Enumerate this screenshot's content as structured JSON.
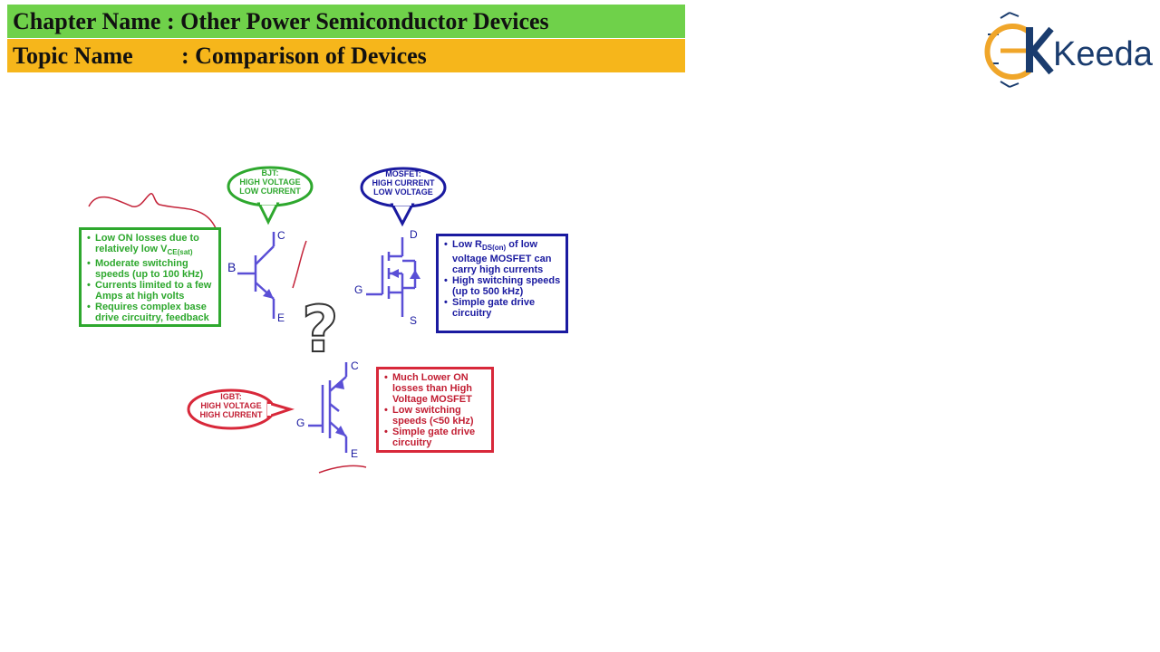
{
  "header": {
    "chapter_label": "Chapter Name :",
    "chapter_value": "Other Power Semiconductor Devices",
    "topic_label": "Topic Name",
    "topic_value": ": Comparison of Devices"
  },
  "logo": {
    "text": "Keeda",
    "brand_color": "#1a3c6e",
    "accent_color": "#f0a62a"
  },
  "bjt": {
    "bubble": [
      "BJT:",
      "HIGH VOLTAGE",
      "LOW CURRENT"
    ],
    "pins": {
      "b": "B",
      "c": "C",
      "e": "E"
    },
    "points_1_pre": "Low ON losses due to relatively low V",
    "points_1_sub": "CE(sat)",
    "points": [
      "Moderate switching speeds (up to 100 kHz)",
      "Currents limited to a few Amps at high volts",
      "Requires complex base drive circuitry, feedback"
    ],
    "color": "#2ea82e"
  },
  "mosfet": {
    "bubble": [
      "MOSFET:",
      "HIGH CURRENT",
      "LOW VOLTAGE"
    ],
    "pins": {
      "d": "D",
      "g": "G",
      "s": "S"
    },
    "points_1_pre": "Low R",
    "points_1_sub": "DS(on)",
    "points_1_post": " of low voltage MOSFET can carry high currents",
    "points": [
      "High switching speeds (up to 500 kHz)",
      "Simple gate drive circuitry"
    ],
    "color": "#1a1aa0"
  },
  "igbt": {
    "bubble": [
      "IGBT:",
      "HIGH VOLTAGE",
      "HIGH CURRENT"
    ],
    "pins": {
      "c": "C",
      "g": "G",
      "e": "E"
    },
    "points": [
      "Much Lower ON losses than High Voltage MOSFET",
      "Low switching speeds (<50 kHz)",
      "Simple gate drive circuitry"
    ],
    "color": "#d8283a"
  },
  "question": "?"
}
